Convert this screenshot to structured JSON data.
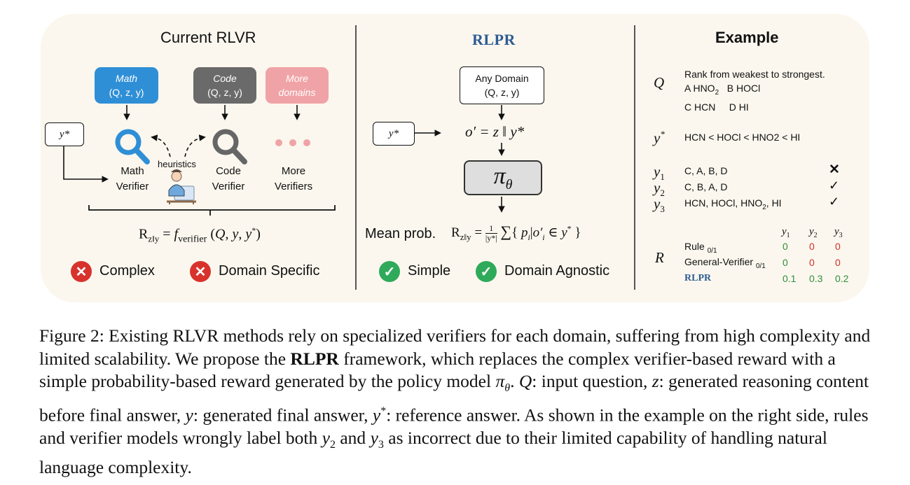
{
  "left": {
    "title": "Current RLVR",
    "boxes": [
      {
        "name": "Math",
        "data": "(Q, z, y)",
        "color": "#2f8fd6"
      },
      {
        "name": "Code",
        "data": "(Q, z, y)",
        "color": "#6a6a6a"
      },
      {
        "name": "More",
        "name2": "domains",
        "color": "#f0a3a6"
      }
    ],
    "ystar": "y*",
    "heuristics": "heuristics",
    "verifiers": [
      {
        "l1": "Math",
        "l2": "Verifier"
      },
      {
        "l1": "Code",
        "l2": "Verifier"
      },
      {
        "l1": "More",
        "l2": "Verifiers"
      }
    ],
    "formula": "R_z‖y = f_verifier (Q, y, y*)",
    "cons": [
      "Complex",
      "Domain Specific"
    ]
  },
  "middle": {
    "title": "RLPR",
    "box_line1": "Any Domain",
    "box_line2": "(Q, z, y)",
    "ystar": "y*",
    "concat": "o′ = z ‖ y*",
    "policy": "π_θ",
    "mean_label": "Mean prob.",
    "formula": "R_z‖y = 1/|y*| Σ{ p_i | o′_i ∈ y* }",
    "pros": [
      "Simple",
      "Domain Agnostic"
    ]
  },
  "right": {
    "title": "Example",
    "q_symbol": "Q",
    "question": [
      "Rank from weakest to strongest.",
      "A HNO2   B HOCl",
      "C HCN     D HI"
    ],
    "ystar_symbol": "y*",
    "ystar_answer": "HCN < HOCl < HNO2 < HI",
    "responses": [
      {
        "sym": "y1",
        "answer": "C, A, B, D",
        "mark": "✕"
      },
      {
        "sym": "y2",
        "answer": "C, B, A, D",
        "mark": "✓"
      },
      {
        "sym": "y3",
        "answer": "HCN, HOCl, HNO2, HI",
        "mark": "✓"
      }
    ],
    "r_symbol": "R",
    "reward_cols": [
      "y1",
      "y2",
      "y3"
    ],
    "reward_rows": [
      {
        "label": "Rule 0/1",
        "values": [
          "0",
          "0",
          "0"
        ],
        "colors": [
          "#2f8f3b",
          "#d0302a",
          "#d0302a"
        ]
      },
      {
        "label": "General-Verifier 0/1",
        "values": [
          "0",
          "0",
          "0"
        ],
        "colors": [
          "#2f8f3b",
          "#d0302a",
          "#d0302a"
        ]
      },
      {
        "label": "RLPR",
        "values": [
          "0.1",
          "0.3",
          "0.2"
        ],
        "colors": [
          "#2f8f3b",
          "#2f8f3b",
          "#2f8f3b"
        ]
      }
    ]
  },
  "caption": {
    "p1": "Figure 2: Existing RLVR methods rely on specialized verifiers for each domain, suffering from high complexity and limited scalability. We propose the ",
    "bold": "RLPR",
    "p2": " framework, which replaces the complex verifier-based reward with a simple probability-based reward generated by the policy model ",
    "p3": ": input question, ",
    "p4": ": generated reasoning content before final answer, ",
    "p5": ": generated final answer, ",
    "p6": ": reference answer. As shown in the example on the right side, rules and verifier models wrongly label both ",
    "p7": " and ",
    "p8": " as incorrect due to their limited capability of handling natural language complexity."
  }
}
